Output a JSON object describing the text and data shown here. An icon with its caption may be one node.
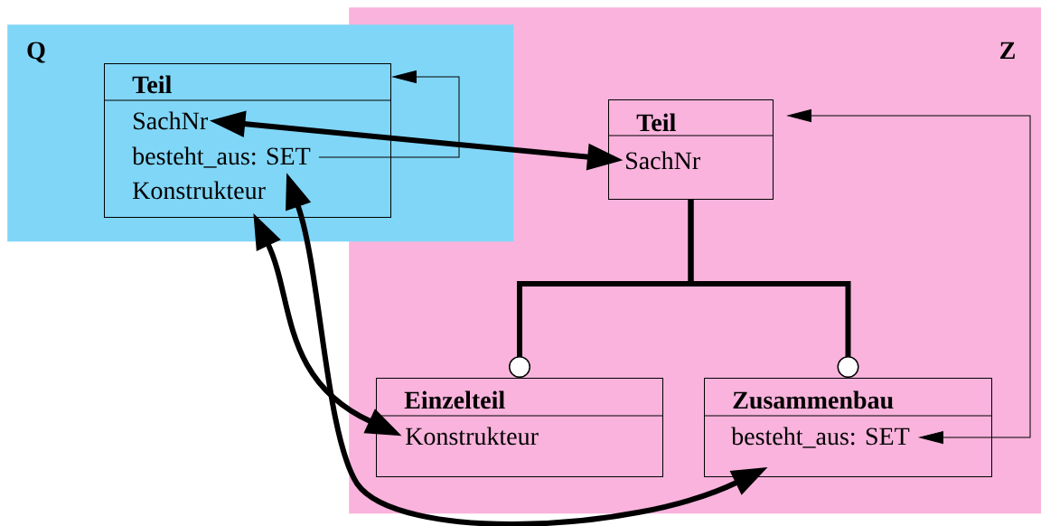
{
  "diagram": {
    "nodes": [
      {
        "text": [
          "Q"
        ]
      },
      {
        "text": [
          "Z"
        ]
      },
      {
        "text": [
          "Teil"
        ],
        "in": 0
      },
      {
        "text": [
          "SachNr"
        ],
        "in": 2
      },
      {
        "text": [
          "besteht_aus: SET"
        ],
        "in": 2
      },
      {
        "text": [
          "Konstrukteur"
        ],
        "in": 2
      },
      {
        "text": [
          "Teil"
        ],
        "in": 1
      },
      {
        "text": [
          "SachNr"
        ],
        "in": 6
      },
      {
        "text": [
          "Einzelteil"
        ],
        "in": 1
      },
      {
        "text": [
          "Konstrukteur"
        ],
        "in": 8
      },
      {
        "text": [
          "Zusammenbau"
        ],
        "in": 1
      },
      {
        "text": [
          "besteht_aus: SET"
        ],
        "in": 10
      }
    ],
    "edges": [
      {
        "from": 4,
        "to": 2,
        "arrow": "to"
      },
      {
        "from": 3,
        "to": 7,
        "arrow": "both"
      },
      {
        "from": 11,
        "to": 6,
        "arrow": "both"
      },
      {
        "from": 5,
        "to": 9,
        "arrow": "both"
      },
      {
        "from": 4,
        "to": 11,
        "arrow": "both"
      },
      {
        "from": 6,
        "to": 8,
        "arrow": "other"
      },
      {
        "from": 6,
        "to": 10,
        "arrow": "other"
      }
    ]
  }
}
